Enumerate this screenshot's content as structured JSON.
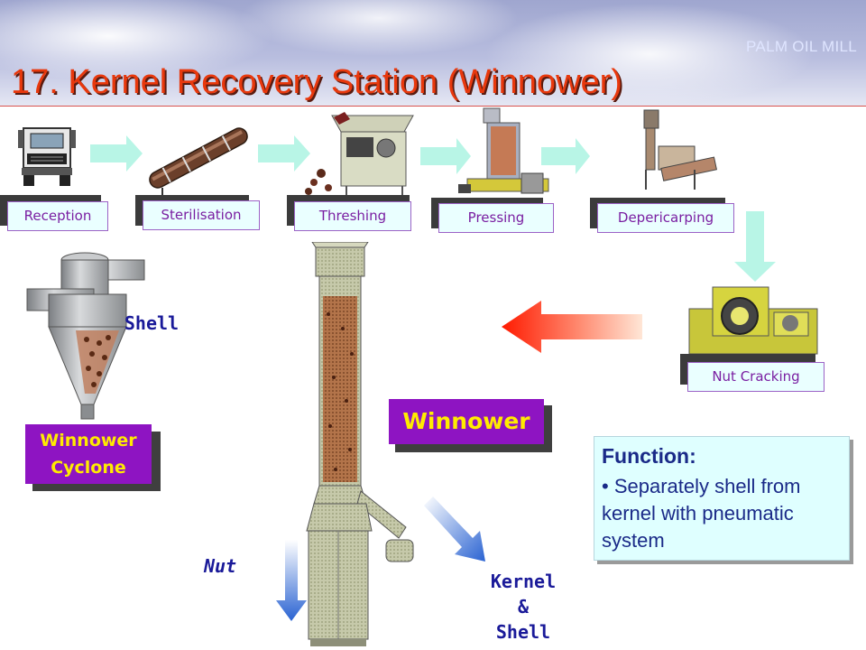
{
  "header": {
    "brand": "PALM OIL MILL",
    "title": "17. Kernel Recovery Station (Winnower)"
  },
  "stages": [
    {
      "label": "Reception"
    },
    {
      "label": "Sterilisation"
    },
    {
      "label": "Threshing"
    },
    {
      "label": "Pressing"
    },
    {
      "label": "Depericarping"
    },
    {
      "label": "Nut Cracking"
    }
  ],
  "winnower_label": "Winnower",
  "cyclone_label_line1": "Winnower",
  "cyclone_label_line2": "Cyclone",
  "outputs": {
    "shell": "Shell",
    "nut": "Nut",
    "kernel_line1": "Kernel",
    "kernel_line2": "&",
    "kernel_line3": "Shell"
  },
  "function_box": {
    "heading": "Function:",
    "bullet": "• Separately shell from kernel with  pneumatic system"
  },
  "colors": {
    "title": "#e8380d",
    "stage_label_text": "#7a1fa2",
    "stage_label_bg": "#eaffff",
    "flow_arrow": "#b8f5e6",
    "purple_box": "#8e14c2",
    "purple_box_text": "#ffeb00",
    "output_text": "#1a1a99"
  }
}
